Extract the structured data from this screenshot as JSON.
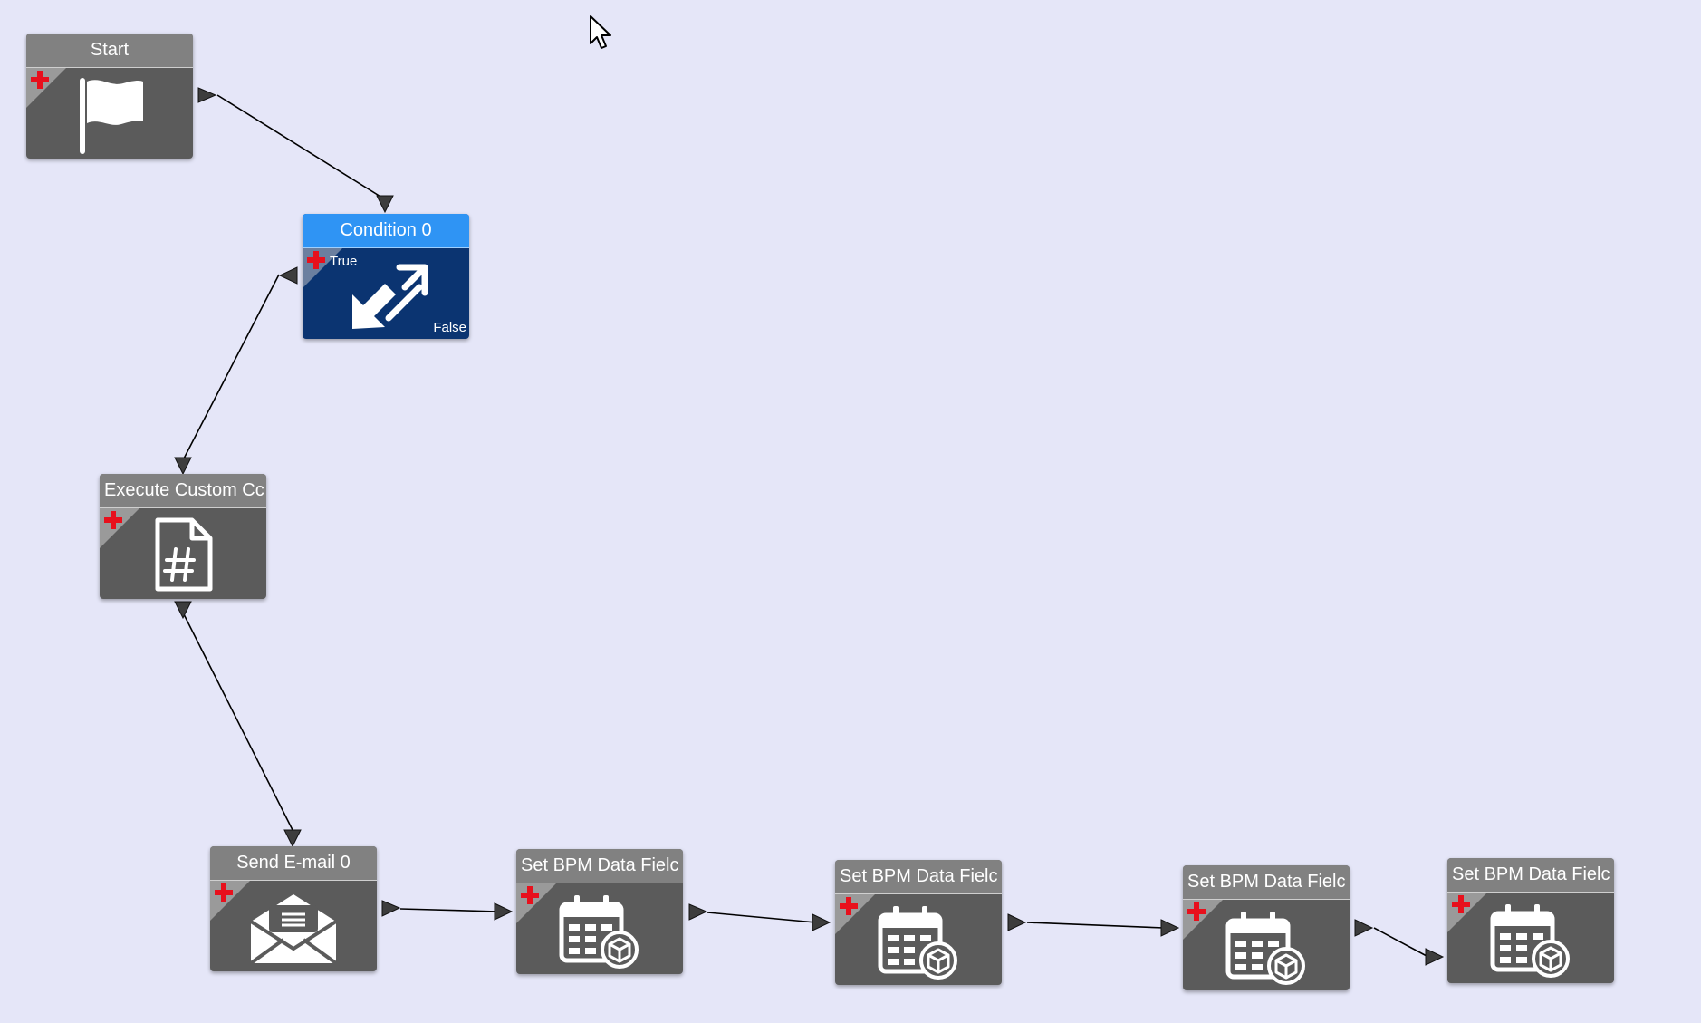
{
  "diagram": {
    "nodes": [
      {
        "id": "start",
        "title": "Start",
        "icon": "flag-icon"
      },
      {
        "id": "condition",
        "title": "Condition 0",
        "icon": "condition-arrows-icon",
        "true_label": "True",
        "false_label": "False"
      },
      {
        "id": "custom_code",
        "title": "Execute Custom Cc",
        "icon": "code-file-icon"
      },
      {
        "id": "send_email",
        "title": "Send E-mail 0",
        "icon": "envelope-icon"
      },
      {
        "id": "set_field_1",
        "title": "Set BPM Data Fielc",
        "icon": "calendar-data-icon"
      },
      {
        "id": "set_field_2",
        "title": "Set BPM Data Fielc",
        "icon": "calendar-data-icon"
      },
      {
        "id": "set_field_3",
        "title": "Set BPM Data Fielc",
        "icon": "calendar-data-icon"
      },
      {
        "id": "set_field_4",
        "title": "Set BPM Data Fielc",
        "icon": "calendar-data-icon"
      }
    ],
    "edges": [
      {
        "from": "start",
        "to": "condition"
      },
      {
        "from": "condition",
        "to": "custom_code"
      },
      {
        "from": "custom_code",
        "to": "send_email"
      },
      {
        "from": "send_email",
        "to": "set_field_1"
      },
      {
        "from": "set_field_1",
        "to": "set_field_2"
      },
      {
        "from": "set_field_2",
        "to": "set_field_3"
      },
      {
        "from": "set_field_3",
        "to": "set_field_4"
      }
    ]
  },
  "colors": {
    "canvas_background": "#e5e6f8",
    "node_body": "#5b5b5b",
    "node_header": "#818181",
    "condition_body": "#0b3471",
    "condition_header": "#2f94f4",
    "add_marker": "#e8101c",
    "connector": "#000000"
  }
}
